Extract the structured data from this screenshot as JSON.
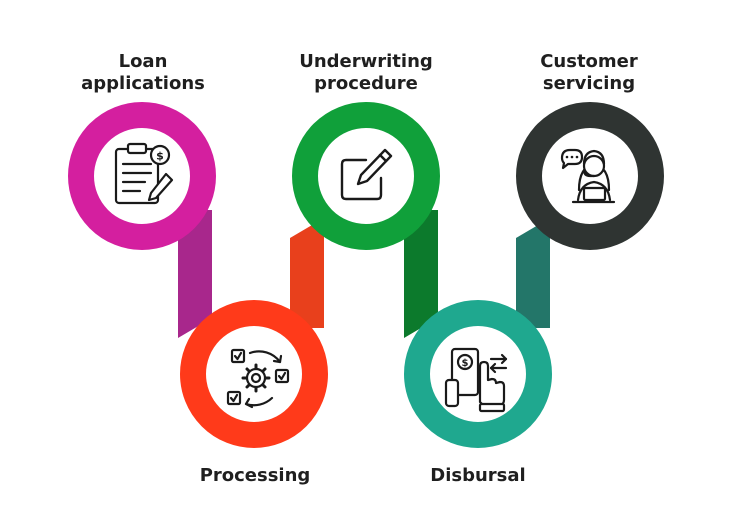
{
  "steps": [
    {
      "id": "loan",
      "lines": [
        "Loan",
        "applications"
      ],
      "color": "#d41f9f",
      "icon": "clipboard-dollar-icon"
    },
    {
      "id": "processing",
      "lines": [
        "Processing"
      ],
      "color": "#ff3a1a",
      "icon": "gear-checklist-icon"
    },
    {
      "id": "underwriting",
      "lines": [
        "Underwriting",
        "procedure"
      ],
      "color": "#10a03a",
      "icon": "pen-edit-icon"
    },
    {
      "id": "disbursal",
      "lines": [
        "Disbursal"
      ],
      "color": "#1fa88f",
      "icon": "cash-hand-transfer-icon"
    },
    {
      "id": "customer",
      "lines": [
        "Customer",
        "servicing"
      ],
      "color": "#2f3432",
      "icon": "support-agent-icon"
    }
  ],
  "connectors": [
    {
      "color": "#a8278c",
      "icon": ""
    },
    {
      "color": "#e8401c",
      "icon": ""
    },
    {
      "color": "#0c7a2c",
      "icon": ""
    },
    {
      "color": "#237669",
      "icon": ""
    }
  ]
}
